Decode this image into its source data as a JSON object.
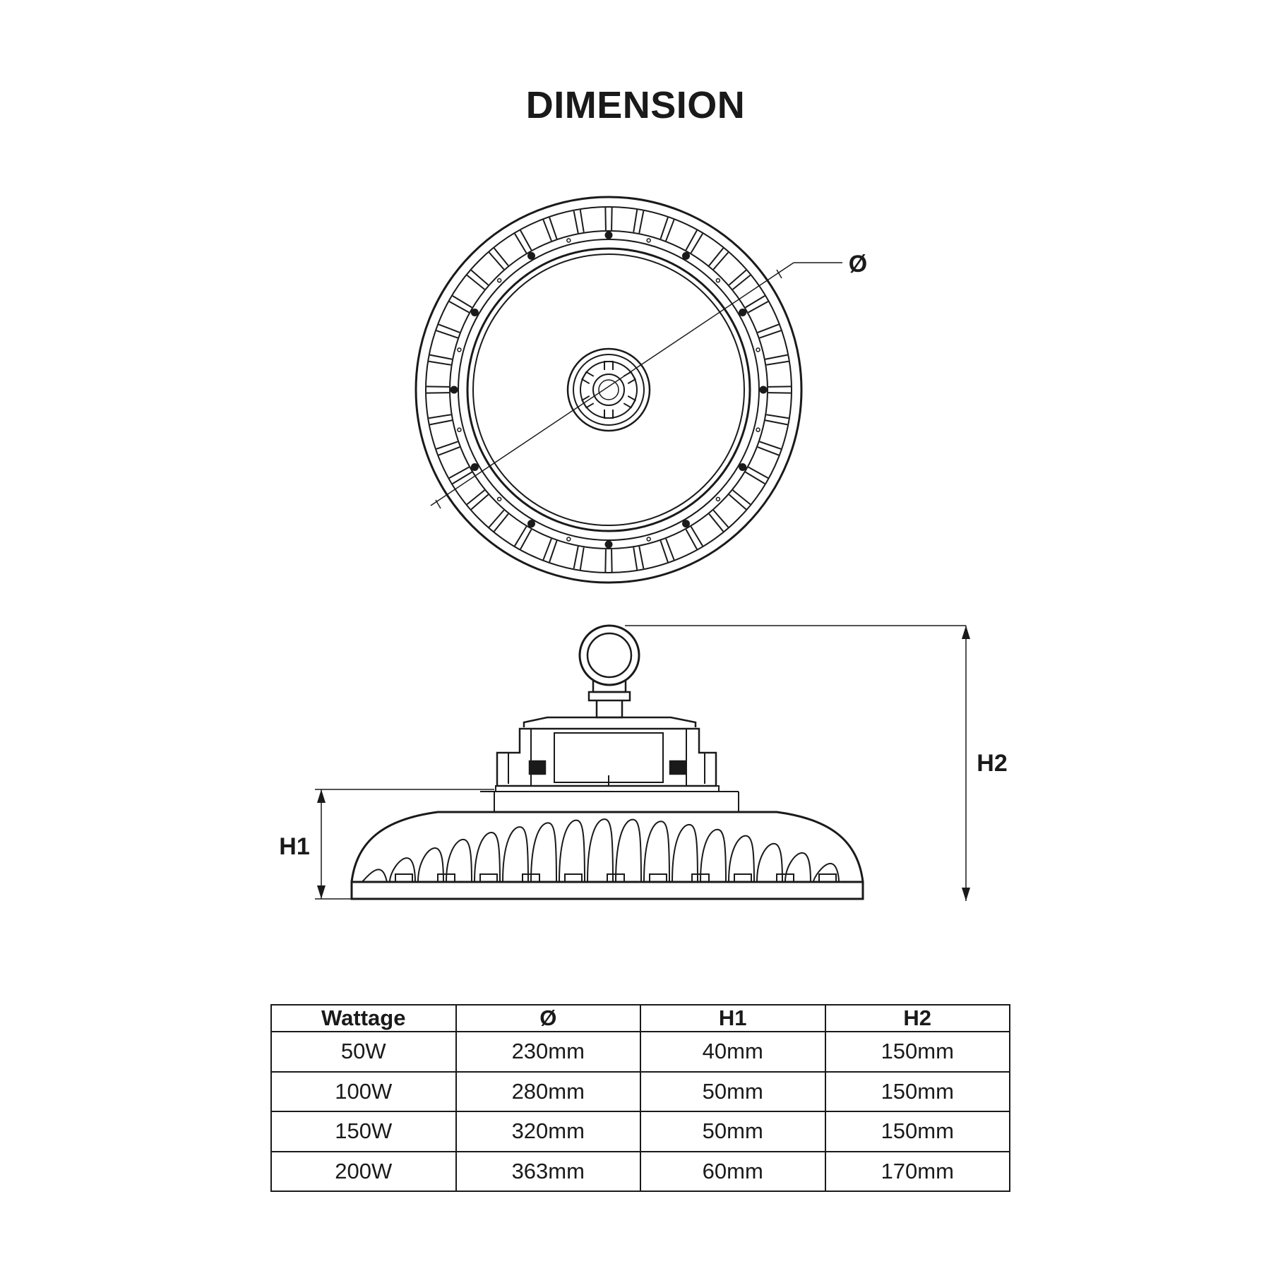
{
  "title": "DIMENSION",
  "labels": {
    "diameter": "Ø",
    "h1": "H1",
    "h2": "H2"
  },
  "table": {
    "headers": [
      "Wattage",
      "Ø",
      "H1",
      "H2"
    ],
    "rows": [
      [
        "50W",
        "230mm",
        "40mm",
        "150mm"
      ],
      [
        "100W",
        "280mm",
        "50mm",
        "150mm"
      ],
      [
        "150W",
        "320mm",
        "50mm",
        "150mm"
      ],
      [
        "200W",
        "363mm",
        "60mm",
        "170mm"
      ]
    ]
  },
  "colors": {
    "line": "#1a1a1a",
    "background": "#ffffff"
  }
}
